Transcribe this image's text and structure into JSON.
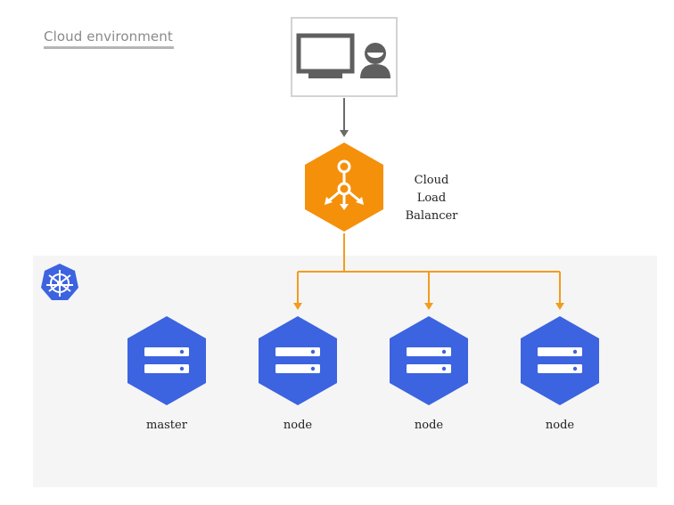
{
  "environment": {
    "label": "Cloud environment"
  },
  "load_balancer": {
    "label_line1": "Cloud Load",
    "label_line2": "Balancer"
  },
  "cluster": {
    "nodes": [
      {
        "label": "master"
      },
      {
        "label": "node"
      },
      {
        "label": "node"
      },
      {
        "label": "node"
      }
    ]
  },
  "colors": {
    "lb_orange": "#F5900B",
    "arrow_orange": "#F29C1F",
    "node_blue": "#3C63E0",
    "icon_gray": "#5f5f5f"
  },
  "icons": {
    "client": [
      "monitor-icon",
      "user-icon"
    ],
    "load_balancer": "load-balancer-icon",
    "kubernetes": "kubernetes-logo-icon",
    "node": "server-icon"
  }
}
